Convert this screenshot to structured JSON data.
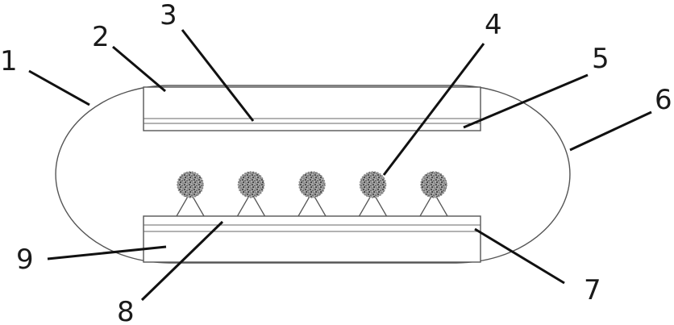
{
  "diagram": {
    "callouts": [
      {
        "id": "1",
        "text": "1"
      },
      {
        "id": "2",
        "text": "2"
      },
      {
        "id": "3",
        "text": "3"
      },
      {
        "id": "4",
        "text": "4"
      },
      {
        "id": "5",
        "text": "5"
      },
      {
        "id": "6",
        "text": "6"
      },
      {
        "id": "7",
        "text": "7"
      },
      {
        "id": "8",
        "text": "8"
      },
      {
        "id": "9",
        "text": "9"
      }
    ],
    "particle_count": 5,
    "colors": {
      "outline": "#555555",
      "leader": "#111111",
      "particle": "#8a8a8a",
      "particle_dark": "#3a3a3a"
    }
  }
}
